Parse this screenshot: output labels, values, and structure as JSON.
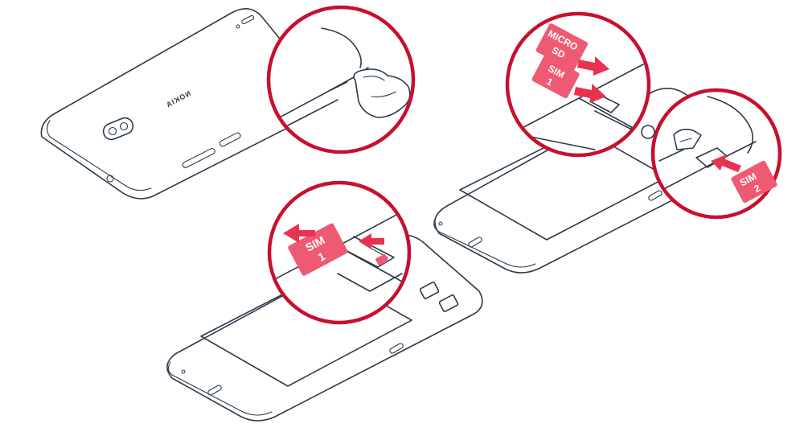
{
  "figure": {
    "brand_logo_text": "NOKIA",
    "cards": {
      "micro_sd": {
        "line1": "MICRO",
        "line2": "SD"
      },
      "sim1_top": {
        "line1": "SIM",
        "line2": "1"
      },
      "sim2": {
        "line1": "SIM",
        "line2": "2"
      },
      "sim1_bottom": {
        "line1": "SIM",
        "line2": "1"
      }
    }
  },
  "colors": {
    "accent": "#c8102e",
    "card": "#ef5a73",
    "line": "#2b3a4a"
  }
}
